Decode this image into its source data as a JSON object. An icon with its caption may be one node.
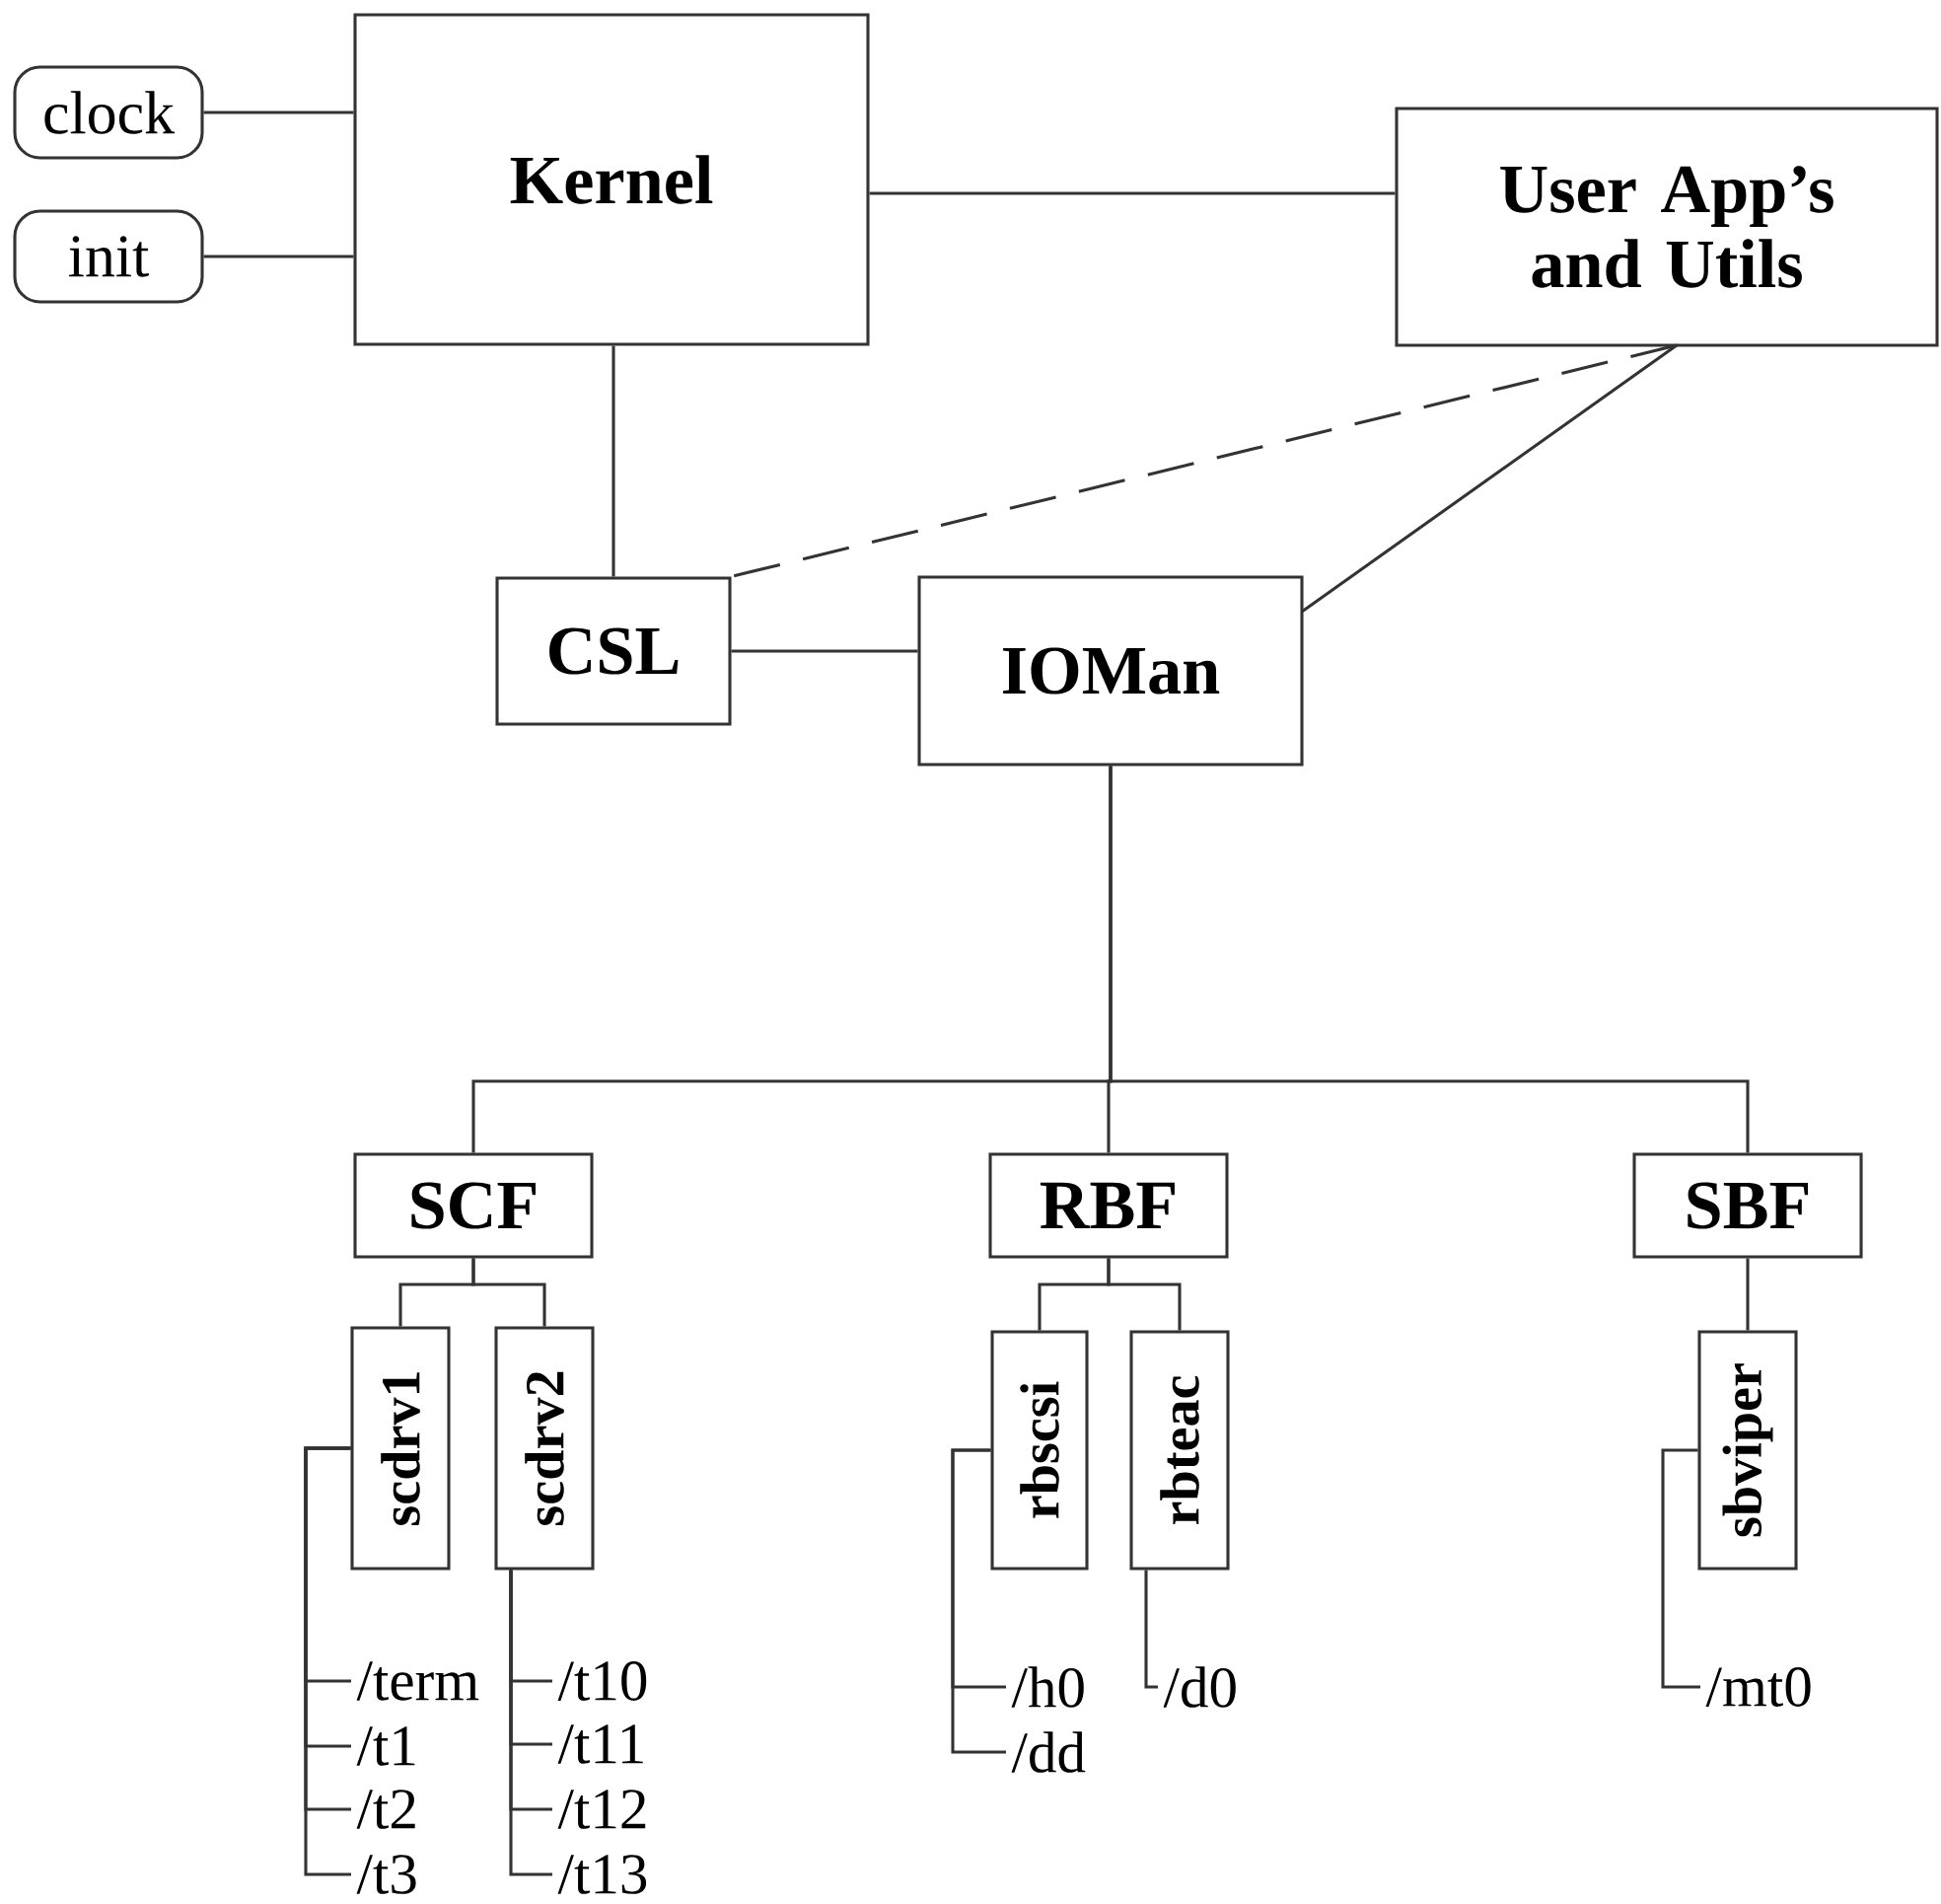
{
  "diagram": {
    "nodes": [
      {
        "text": [
          "clock"
        ]
      },
      {
        "text": [
          "init"
        ]
      },
      {
        "text": [
          "Kernel"
        ]
      },
      {
        "text": [
          "User App’s and Utils"
        ]
      },
      {
        "text": [
          "CSL"
        ]
      },
      {
        "text": [
          "IOMan"
        ]
      },
      {
        "text": [
          "SCF"
        ]
      },
      {
        "text": [
          "RBF"
        ]
      },
      {
        "text": [
          "SBF"
        ]
      },
      {
        "text": [
          "scdrv1"
        ]
      },
      {
        "text": [
          "scdrv2"
        ]
      },
      {
        "text": [
          "rbscsi"
        ]
      },
      {
        "text": [
          "rbteac"
        ]
      },
      {
        "text": [
          "sbviper"
        ]
      },
      {
        "text": [
          "/term"
        ]
      },
      {
        "text": [
          "/t1"
        ]
      },
      {
        "text": [
          "/t2"
        ]
      },
      {
        "text": [
          "/t3"
        ]
      },
      {
        "text": [
          "/t10"
        ]
      },
      {
        "text": [
          "/t11"
        ]
      },
      {
        "text": [
          "/t12"
        ]
      },
      {
        "text": [
          "/t13"
        ]
      },
      {
        "text": [
          "/h0"
        ]
      },
      {
        "text": [
          "/dd"
        ]
      },
      {
        "text": [
          "/d0"
        ]
      },
      {
        "text": [
          "/mt0"
        ]
      }
    ],
    "edges": [
      {
        "from": 0,
        "to": 2,
        "arrow": "none"
      },
      {
        "from": 1,
        "to": 2,
        "arrow": "none"
      },
      {
        "from": 2,
        "to": 3,
        "arrow": "none"
      },
      {
        "from": 2,
        "to": 4,
        "arrow": "none"
      },
      {
        "from": 3,
        "to": 4,
        "arrow": "none",
        "style": "dashed"
      },
      {
        "from": 3,
        "to": 5,
        "arrow": "none"
      },
      {
        "from": 4,
        "to": 5,
        "arrow": "none"
      },
      {
        "from": 5,
        "to": 6,
        "arrow": "none"
      },
      {
        "from": 5,
        "to": 7,
        "arrow": "none"
      },
      {
        "from": 5,
        "to": 8,
        "arrow": "none"
      },
      {
        "from": 6,
        "to": 9,
        "arrow": "none"
      },
      {
        "from": 6,
        "to": 10,
        "arrow": "none"
      },
      {
        "from": 7,
        "to": 11,
        "arrow": "none"
      },
      {
        "from": 7,
        "to": 12,
        "arrow": "none"
      },
      {
        "from": 8,
        "to": 13,
        "arrow": "none"
      },
      {
        "from": 9,
        "to": 14,
        "arrow": "none"
      },
      {
        "from": 9,
        "to": 15,
        "arrow": "none"
      },
      {
        "from": 9,
        "to": 16,
        "arrow": "none"
      },
      {
        "from": 9,
        "to": 17,
        "arrow": "none"
      },
      {
        "from": 10,
        "to": 18,
        "arrow": "none"
      },
      {
        "from": 10,
        "to": 19,
        "arrow": "none"
      },
      {
        "from": 10,
        "to": 20,
        "arrow": "none"
      },
      {
        "from": 10,
        "to": 21,
        "arrow": "none"
      },
      {
        "from": 11,
        "to": 22,
        "arrow": "none"
      },
      {
        "from": 11,
        "to": 23,
        "arrow": "none"
      },
      {
        "from": 12,
        "to": 24,
        "arrow": "none"
      },
      {
        "from": 13,
        "to": 25,
        "arrow": "none"
      }
    ]
  }
}
